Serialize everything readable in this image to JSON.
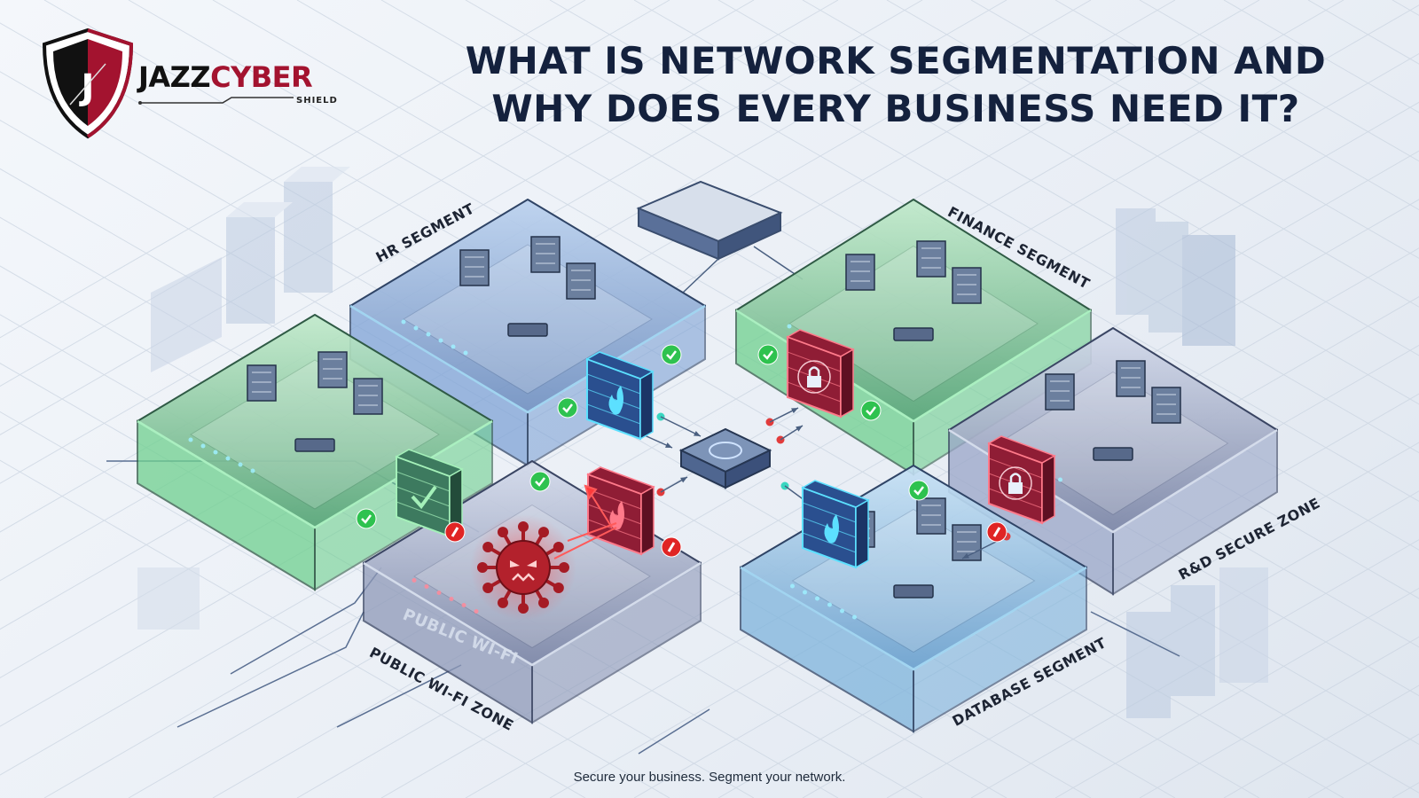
{
  "brand": {
    "name_part1": "JAZZ",
    "name_part2": "CYBER",
    "sub": "SHIELD",
    "shield_letter": "J",
    "colors": {
      "dark": "#111111",
      "red": "#a3132f"
    }
  },
  "header": {
    "title_line1": "WHAT IS NETWORK SEGMENTATION AND",
    "title_line2": "WHY DOES EVERY BUSINESS NEED IT?"
  },
  "segments": [
    {
      "id": "hr",
      "label": "HR SEGMENT",
      "color": "#7fa3d6",
      "firewall": "blue-flame",
      "status": "allowed"
    },
    {
      "id": "finance",
      "label": "FINANCE SEGMENT",
      "color": "#6fd08f",
      "firewall": "red-lock",
      "status": "allowed"
    },
    {
      "id": "employee",
      "label": "",
      "color": "#6fd08f",
      "firewall": "green-check",
      "status": "allowed"
    },
    {
      "id": "rnd",
      "label": "R&D SECURE ZONE",
      "color": "#9aa6c8",
      "firewall": "red-lock",
      "status": "blocked"
    },
    {
      "id": "public-wifi",
      "label": "PUBLIC WI-FI ZONE",
      "inner_label": "PUBLIC WI-FI",
      "color": "#8e99b8",
      "firewall": "red-flame",
      "status": "blocked",
      "threat": "malware-virus"
    },
    {
      "id": "database",
      "label": "DATABASE SEGMENT",
      "color": "#7fb4dc",
      "firewall": "blue-flame",
      "status": "allowed"
    }
  ],
  "legend_colors": {
    "allowed": "#2ec24f",
    "blocked": "#e02424",
    "firewall_blue": "#2a4f8f",
    "firewall_red": "#8f1d35",
    "core": "#4a5f80"
  },
  "footer": {
    "tagline": "Secure your business. Segment your network."
  }
}
